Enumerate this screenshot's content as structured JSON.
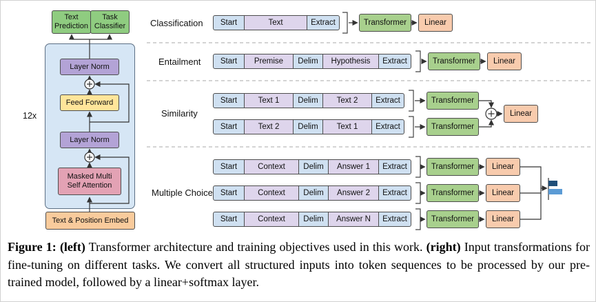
{
  "figure": {
    "left": {
      "text_prediction": "Text Prediction",
      "task_classifier": "Task Classifier",
      "layer_norm_1": "Layer Norm",
      "feed_forward": "Feed Forward",
      "layer_norm_2": "Layer Norm",
      "attention": "Masked Multi Self Attention",
      "embed": "Text & Position Embed",
      "repeat_label": "12x"
    },
    "right": {
      "transformer_label": "Transformer",
      "linear_label": "Linear",
      "sections": [
        {
          "label": "Classification",
          "rows": [
            {
              "cells": [
                "Start",
                "Text",
                "Extract"
              ]
            }
          ]
        },
        {
          "label": "Entailment",
          "rows": [
            {
              "cells": [
                "Start",
                "Premise",
                "Delim",
                "Hypothesis",
                "Extract"
              ]
            }
          ]
        },
        {
          "label": "Similarity",
          "rows": [
            {
              "cells": [
                "Start",
                "Text 1",
                "Delim",
                "Text 2",
                "Extract"
              ]
            },
            {
              "cells": [
                "Start",
                "Text 2",
                "Delim",
                "Text 1",
                "Extract"
              ]
            }
          ]
        },
        {
          "label": "Multiple Choice",
          "rows": [
            {
              "cells": [
                "Start",
                "Context",
                "Delim",
                "Answer 1",
                "Extract"
              ]
            },
            {
              "cells": [
                "Start",
                "Context",
                "Delim",
                "Answer 2",
                "Extract"
              ]
            },
            {
              "cells": [
                "Start",
                "Context",
                "Delim",
                "Answer N",
                "Extract"
              ]
            }
          ]
        }
      ]
    }
  },
  "caption": {
    "figure_label": "Figure 1:",
    "left_tag": "(left)",
    "left_text": "Transformer architecture and training objectives used in this work.",
    "right_tag": "(right)",
    "right_text": "Input transformations for fine-tuning on different tasks. We convert all structured inputs into token sequences to be processed by our pre-trained model, followed by a linear+softmax layer."
  },
  "colors": {
    "token_blue": "#cfe0f1",
    "token_purple": "#ded5ec",
    "transformer_green": "#a8d08d",
    "linear_orange": "#f8cbad",
    "classifier_green": "#8fcc80",
    "container_blue": "#d6e6f5",
    "layer_norm_purple": "#b3a3d6",
    "feed_forward_yellow": "#ffe59a",
    "attention_pink": "#e3a2b4",
    "embed_orange": "#f9cb9c",
    "softmax_bar_dark": "#1f4e79",
    "softmax_bar_light": "#5b9bd5"
  }
}
